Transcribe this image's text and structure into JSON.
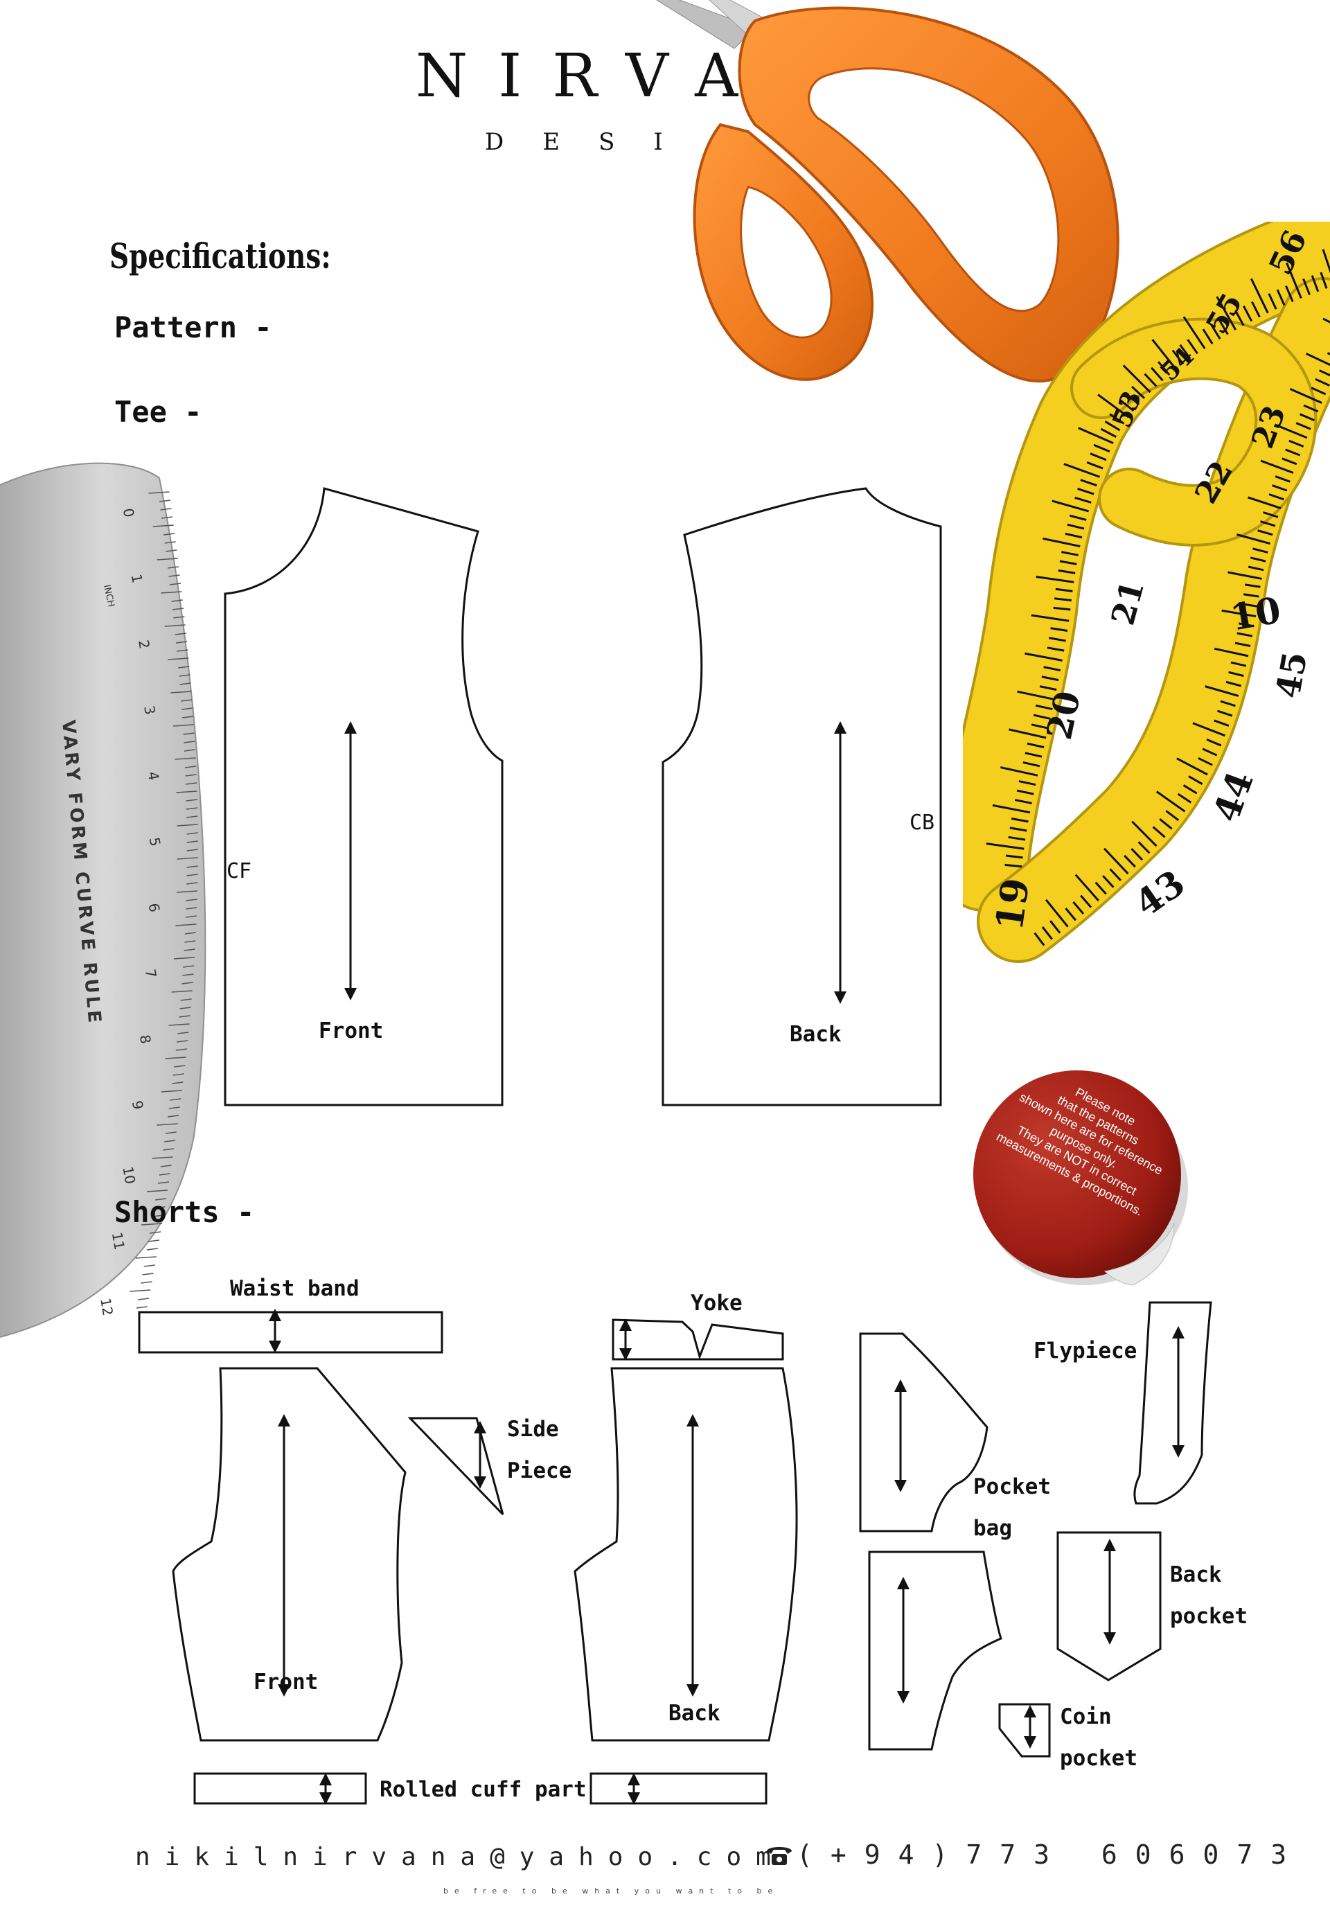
{
  "header": {
    "brand_title": "NIRVA",
    "brand_subtitle": "DESI"
  },
  "specifications": {
    "heading": "Specifications:",
    "pattern_label": "Pattern -",
    "tee_label": "Tee -",
    "shorts_label": "Shorts -"
  },
  "tee": {
    "front_label": "Front",
    "back_label": "Back",
    "cf_label": "CF",
    "cb_label": "CB"
  },
  "shorts": {
    "waist_band": "Waist band",
    "yoke": "Yoke",
    "side_piece_1": "Side",
    "side_piece_2": "Piece",
    "flypiece": "Flypiece",
    "pocket_bag_1": "Pocket",
    "pocket_bag_2": "bag",
    "back_pocket_1": "Back",
    "back_pocket_2": "pocket",
    "coin_pocket_1": "Coin",
    "coin_pocket_2": "pocket",
    "front": "Front",
    "back": "Back",
    "rolled_cuff": "Rolled cuff part"
  },
  "note": {
    "lines": [
      "Please note",
      "that the patterns",
      "shown here are for reference",
      "purpose only.",
      "They are NOT in correct",
      "measurements & proportions."
    ]
  },
  "ruler": {
    "label": "VARY FORM CURVE RULE",
    "unit": "INCH",
    "numbers": [
      "0",
      "1",
      "2",
      "3",
      "4",
      "5",
      "6",
      "7",
      "8",
      "9",
      "10",
      "11",
      "12"
    ]
  },
  "tape": {
    "numbers": [
      "56",
      "55",
      "54",
      "53",
      "23",
      "22",
      "21",
      "10",
      "45",
      "20",
      "44",
      "19",
      "43"
    ]
  },
  "footer": {
    "email": "nikilnirvana@yahoo.com",
    "phone": "(+94)773 606073",
    "tagline": "be free to be what you want to be"
  },
  "colors": {
    "scissors": "#f07a1e",
    "tape": "#f4cf1f",
    "note_sticker": "#9e1d14",
    "ruler": "#c9c9c9"
  },
  "icons": [
    "phone-icon",
    "arrow-icon"
  ]
}
